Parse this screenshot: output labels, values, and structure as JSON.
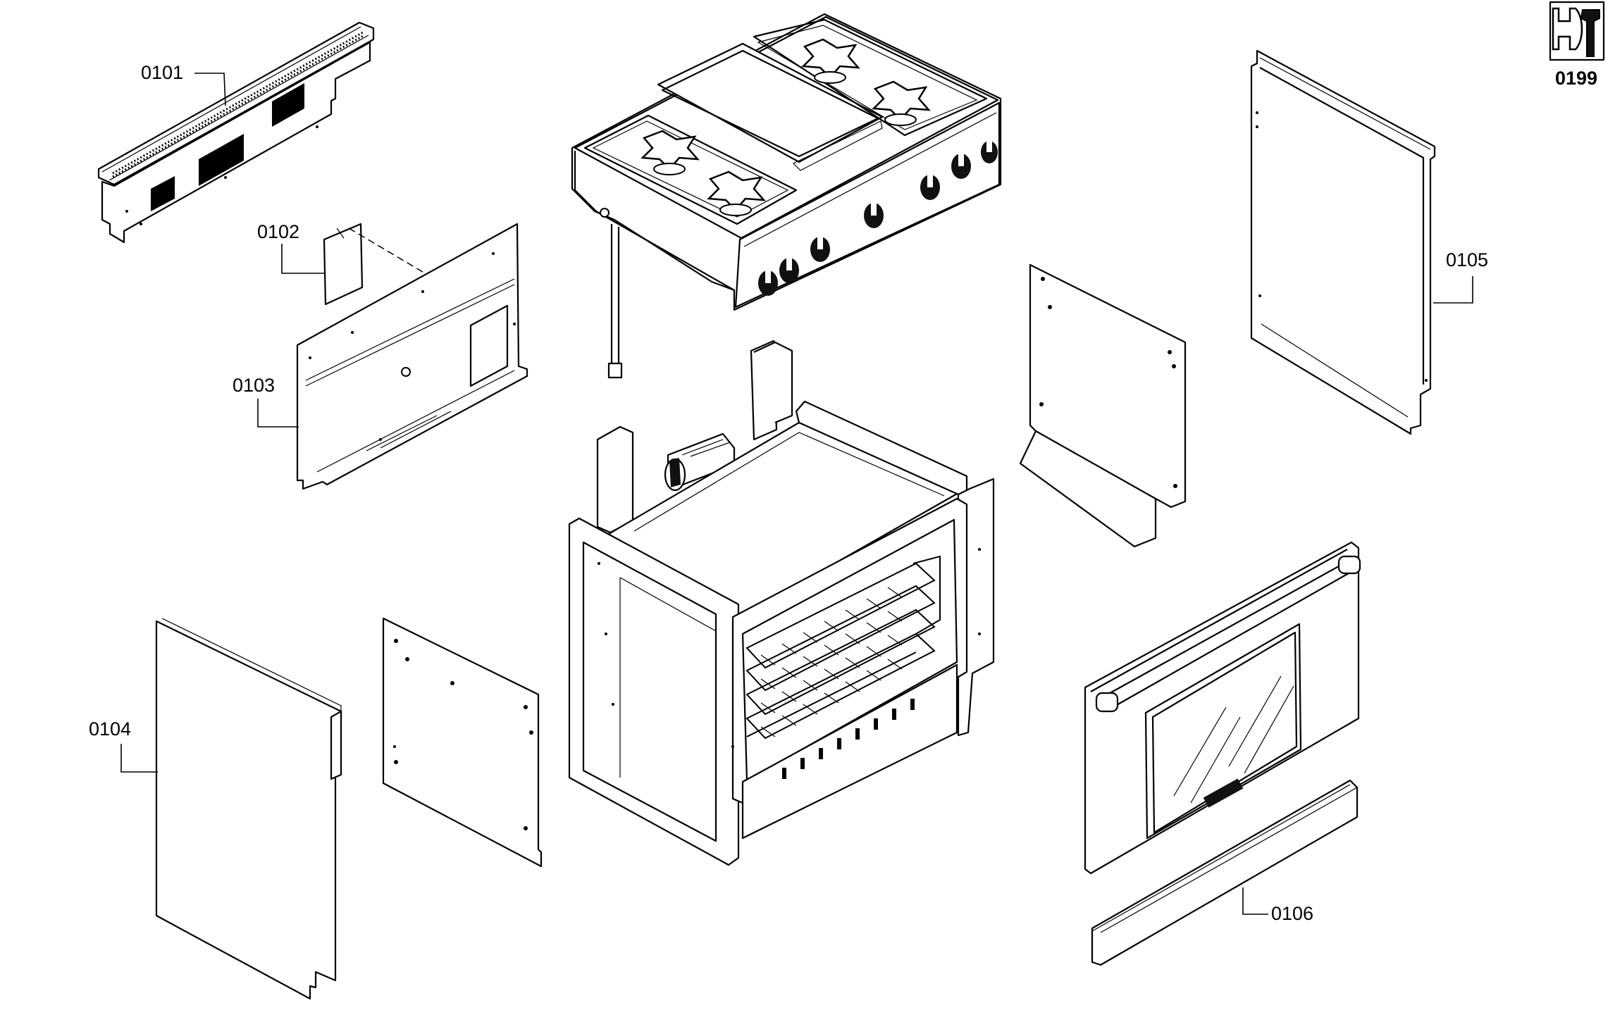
{
  "diagram": {
    "parts": [
      {
        "id": "0101",
        "label": "0101"
      },
      {
        "id": "0102",
        "label": "0102"
      },
      {
        "id": "0103",
        "label": "0103"
      },
      {
        "id": "0104",
        "label": "0104"
      },
      {
        "id": "0105",
        "label": "0105"
      },
      {
        "id": "0106",
        "label": "0106"
      },
      {
        "id": "0199",
        "label": "0199",
        "icon": "wrench-icon"
      }
    ]
  }
}
